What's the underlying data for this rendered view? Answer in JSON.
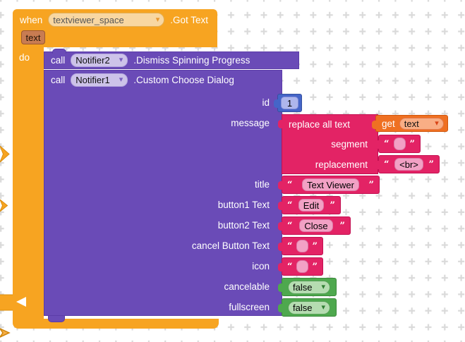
{
  "colors": {
    "event_block": "#F7A421",
    "param_pill": "#C87C52",
    "procedure_block": "#6A4BB7",
    "number_block": "#4565C8",
    "text_block": "#E32365",
    "variable_block": "#EF7022",
    "logic_block": "#4EA84E",
    "grid_mark": "#DADADA"
  },
  "when": {
    "keyword": "when",
    "component": "textviewer_space",
    "event": ".Got Text",
    "param": "text",
    "do_label": "do"
  },
  "dismiss": {
    "keyword": "call",
    "component": "Notifier2",
    "method": ".Dismiss Spinning Progress"
  },
  "dialog": {
    "keyword": "call",
    "component": "Notifier1",
    "method": ".Custom Choose Dialog",
    "labels": {
      "id": "id",
      "message": "message",
      "title": "title",
      "button1": "button1 Text",
      "button2": "button2 Text",
      "cancel": "cancel Button Text",
      "icon": "icon",
      "cancelable": "cancelable",
      "fullscreen": "fullscreen"
    },
    "values": {
      "id": "1",
      "title": "Text Viewer",
      "button1": "Edit",
      "button2": "Close",
      "cancel": "",
      "icon": "",
      "cancelable": "false",
      "fullscreen": "false"
    }
  },
  "replace": {
    "label": "replace all text",
    "segment_label": "segment",
    "replacement_label": "replacement",
    "segment_value": "",
    "replacement_value": "<br>"
  },
  "get": {
    "keyword": "get",
    "variable": "text"
  },
  "glyphs": {
    "dropdown_arrow": "▾",
    "quote_open": "“",
    "quote_close": "”"
  }
}
